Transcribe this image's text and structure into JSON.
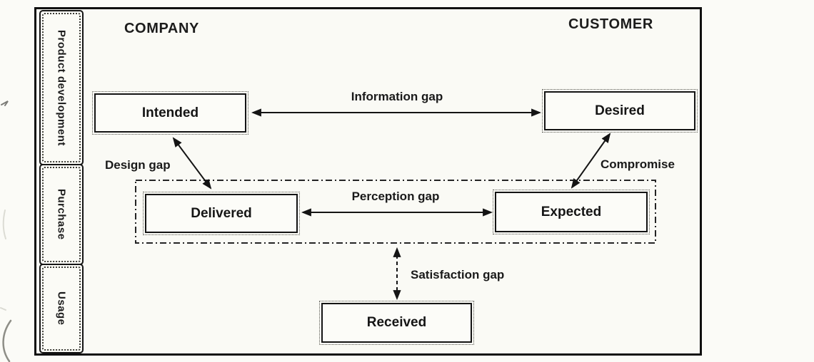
{
  "headers": {
    "company": "COMPANY",
    "customer": "CUSTOMER"
  },
  "sidebar": {
    "items": [
      {
        "label": "Product development"
      },
      {
        "label": "Purchase"
      },
      {
        "label": "Usage"
      }
    ]
  },
  "nodes": {
    "intended": {
      "label": "Intended"
    },
    "desired": {
      "label": "Desired"
    },
    "delivered": {
      "label": "Delivered"
    },
    "expected": {
      "label": "Expected"
    },
    "received": {
      "label": "Received"
    }
  },
  "gaps": {
    "information": {
      "label": "Information gap"
    },
    "design": {
      "label": "Design gap"
    },
    "compromise": {
      "label": "Compromise"
    },
    "perception": {
      "label": "Perception gap"
    },
    "satisfaction": {
      "label": "Satisfaction gap"
    }
  },
  "colors": {
    "ink": "#141414",
    "paper": "#fbfbf7"
  }
}
